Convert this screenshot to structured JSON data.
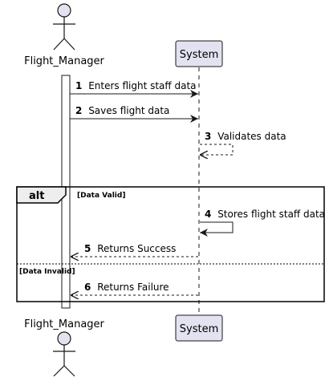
{
  "participants": {
    "actor": {
      "name": "Flight_Manager"
    },
    "system": {
      "name": "System"
    }
  },
  "messages": [
    {
      "num": "1",
      "text": "Enters flight staff data",
      "style": "solid"
    },
    {
      "num": "2",
      "text": "Saves flight data",
      "style": "solid"
    },
    {
      "num": "3",
      "text": "Validates data",
      "style": "dashed"
    },
    {
      "num": "4",
      "text": "Stores flight staff data",
      "style": "solid"
    },
    {
      "num": "5",
      "text": "Returns Success",
      "style": "dashed"
    },
    {
      "num": "6",
      "text": "Returns Failure",
      "style": "dashed"
    }
  ],
  "fragment": {
    "operator": "alt",
    "guard_1": "[Data Valid]",
    "guard_2": "[Data Invalid]"
  },
  "colors": {
    "participant_fill": "#E2E2F0",
    "participant_stroke": "#181818",
    "line": "#181818"
  }
}
